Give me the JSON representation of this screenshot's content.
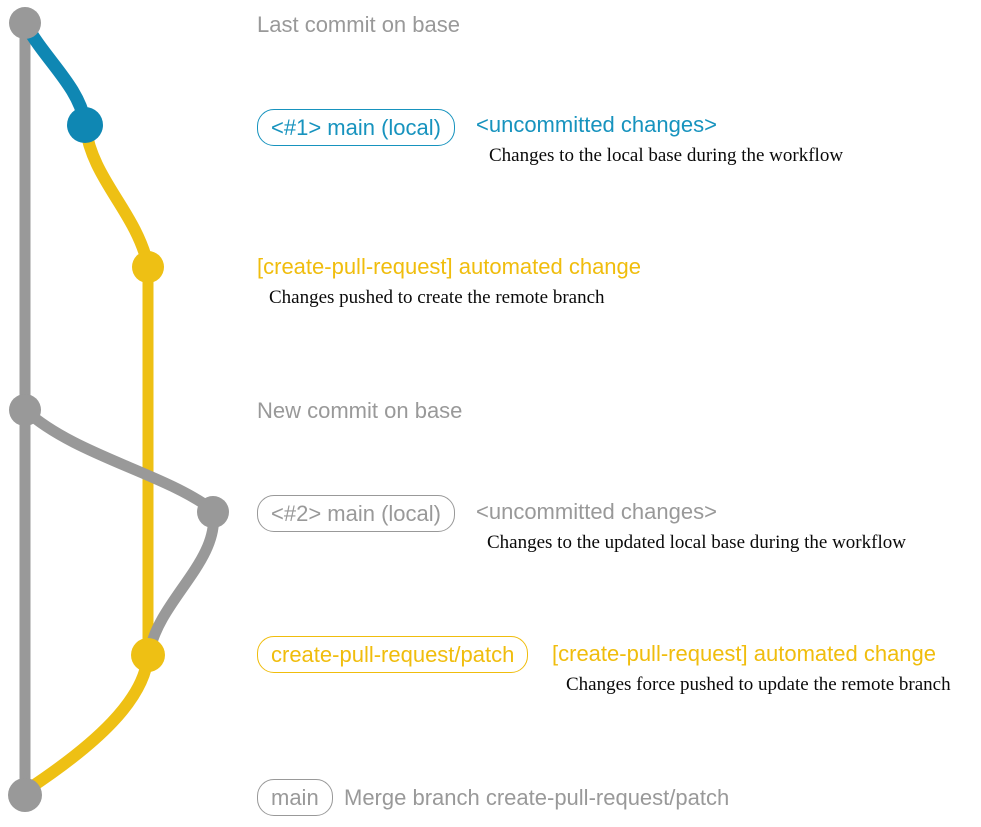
{
  "colors": {
    "gray": "#999999",
    "blue": "#0f87b3",
    "blue_text": "#1793be",
    "yellow": "#eec014",
    "yellow_text": "#f0bd0d",
    "caption": "#0a0a0a",
    "background": "#ffffff"
  },
  "graph": {
    "branches": [
      {
        "name": "base",
        "color_key": "gray"
      },
      {
        "name": "main (local)",
        "color_key": "blue"
      },
      {
        "name": "create-pull-request/patch",
        "color_key": "yellow"
      }
    ],
    "commits": [
      {
        "id": "base-1",
        "branch": "base"
      },
      {
        "id": "main-local-1",
        "branch": "main (local)"
      },
      {
        "id": "pr-push",
        "branch": "create-pull-request/patch"
      },
      {
        "id": "base-2",
        "branch": "base"
      },
      {
        "id": "main-local-2",
        "branch": "main (local)"
      },
      {
        "id": "pr-force-push",
        "branch": "create-pull-request/patch"
      },
      {
        "id": "merge",
        "branch": "base"
      }
    ]
  },
  "rows": {
    "r0": {
      "label": "Last commit on base"
    },
    "r1": {
      "badge": "<#1> main (local)",
      "title": "<uncommitted changes>",
      "caption": "Changes to the local base during the workflow"
    },
    "r2": {
      "title": "[create-pull-request] automated change",
      "caption": "Changes pushed to create the remote branch"
    },
    "r3": {
      "label": "New commit on base"
    },
    "r4": {
      "badge": "<#2> main (local)",
      "title": "<uncommitted changes>",
      "caption": "Changes to the updated local base during the workflow"
    },
    "r5": {
      "badge": "create-pull-request/patch",
      "title": "[create-pull-request] automated change",
      "caption": "Changes force pushed to update the remote branch"
    },
    "r6": {
      "badge": "main",
      "title": "Merge branch create-pull-request/patch"
    }
  }
}
